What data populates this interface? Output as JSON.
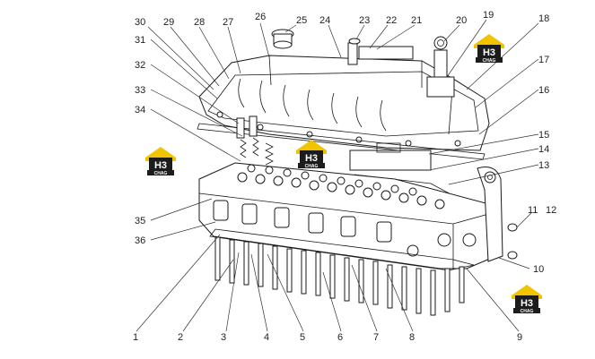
{
  "callouts": [
    "1",
    "2",
    "3",
    "4",
    "5",
    "6",
    "7",
    "8",
    "9",
    "10",
    "11",
    "12",
    "13",
    "14",
    "15",
    "16",
    "17",
    "18",
    "19",
    "20",
    "21",
    "22",
    "23",
    "24",
    "25",
    "26",
    "27",
    "28",
    "29",
    "30",
    "31",
    "32",
    "33",
    "34",
    "35",
    "36"
  ],
  "watermark": {
    "mark": "H3",
    "text": "CHAG",
    "accent_color": "#f2c400",
    "dark_color": "#1c1c1c"
  }
}
